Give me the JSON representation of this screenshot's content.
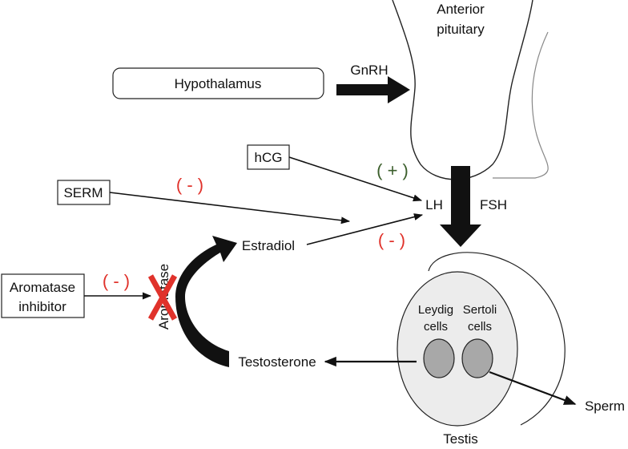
{
  "labels": {
    "anterior_pituitary_line1": "Anterior",
    "anterior_pituitary_line2": "pituitary",
    "gnrh": "GnRH",
    "hypothalamus": "Hypothalamus",
    "hcg": "hCG",
    "serm": "SERM",
    "lh": "LH",
    "fsh": "FSH",
    "estradiol": "Estradiol",
    "aromatase_inhibitor_line1": "Aromatase",
    "aromatase_inhibitor_line2": "inhibitor",
    "aromatase": "Aromatase",
    "leydig_line1": "Leydig",
    "leydig_line2": "cells",
    "sertoli_line1": "Sertoli",
    "sertoli_line2": "cells",
    "testosterone": "Testosterone",
    "sperm": "Sperm",
    "testis": "Testis"
  },
  "signs": {
    "hcg_effect": "( + )",
    "serm_effect": "( - )",
    "estradiol_effect": "( - )",
    "aromatase_inhibitor_effect": "( - )"
  },
  "colors": {
    "positive": "#3b5e2b",
    "negative": "#e0322b",
    "block_x": "#e0322b",
    "cell_fill": "#a8a8a8",
    "testis_fill": "#ececec"
  }
}
